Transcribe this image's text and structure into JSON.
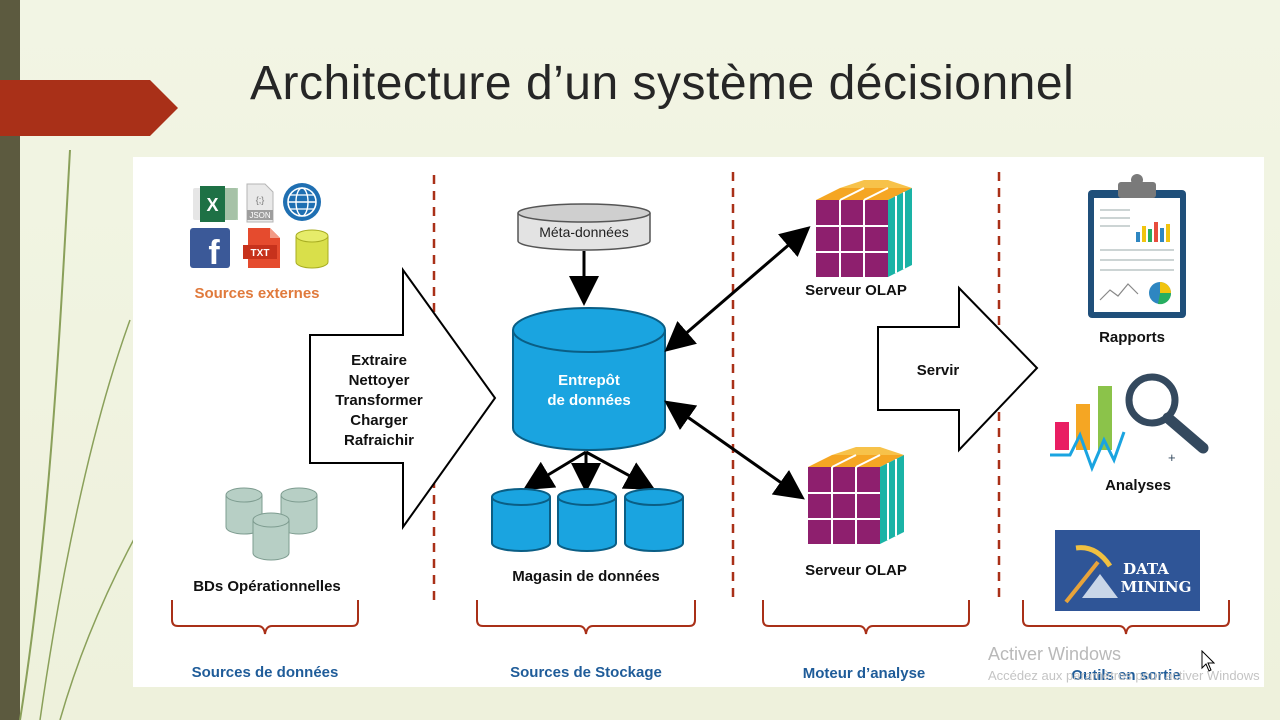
{
  "slide": {
    "title": "Architecture d’un système décisionnel"
  },
  "sources": {
    "externes_label": "Sources externes",
    "bds_label": "BDs Opérationnelles",
    "group_label": "Sources de données",
    "icons": [
      "excel-icon",
      "json-icon",
      "web-globe-icon",
      "facebook-icon",
      "txt-file-icon",
      "database-icon"
    ],
    "json_text": "JSON",
    "json_braces": "{;}",
    "txt_text": "TXT",
    "excel_letter": "X",
    "facebook_letter": "f"
  },
  "etl": {
    "lines": [
      "Extraire",
      "Nettoyer",
      "Transformer",
      "Charger",
      "Rafraichir"
    ]
  },
  "stockage": {
    "meta_label": "Méta-données",
    "warehouse_line1": "Entrepôt",
    "warehouse_line2": "de données",
    "magasin_label": "Magasin de données",
    "group_label": "Sources de Stockage"
  },
  "analyse": {
    "olap1_label": "Serveur OLAP",
    "olap2_label": "Serveur OLAP",
    "servir_label": "Servir",
    "group_label": "Moteur d’analyse"
  },
  "sortie": {
    "rapports_label": "Rapports",
    "analyses_label": "Analyses",
    "data_mining_line1": "DATA",
    "data_mining_line2": "MINING",
    "group_label": "Outils en sortie"
  },
  "watermark": {
    "line1": "Activer Windows",
    "line2": "Accédez aux paramètres pour activer Windows"
  },
  "colors": {
    "accent_red": "#a93018",
    "cylinder_blue": "#1aa4e0",
    "db_green": "#b7cfc5",
    "orange_label": "#e07a3c",
    "group_blue": "#1f5c99",
    "brace": "#a93018"
  }
}
